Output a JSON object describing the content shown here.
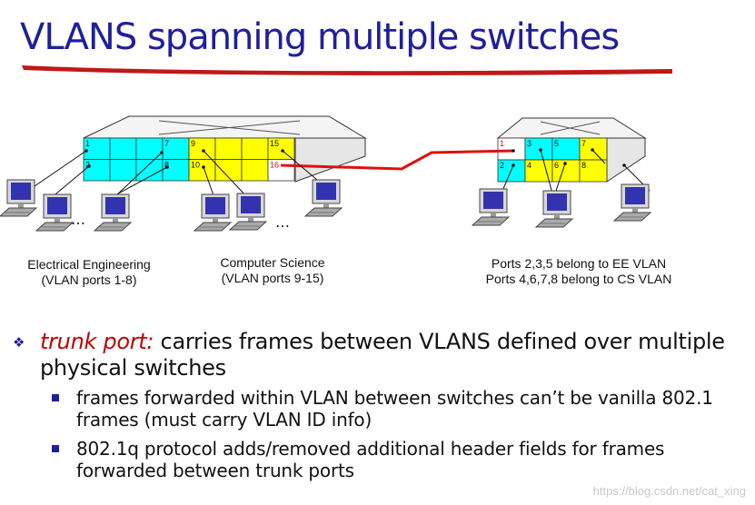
{
  "slide": {
    "title": "VLANS spanning multiple switches"
  },
  "switch_left": {
    "ports": [
      {
        "label": "1",
        "vlan": "EE"
      },
      {
        "label": "",
        "vlan": "EE"
      },
      {
        "label": "",
        "vlan": "EE"
      },
      {
        "label": "7",
        "vlan": "EE"
      },
      {
        "label": "9",
        "vlan": "CS"
      },
      {
        "label": "",
        "vlan": "CS"
      },
      {
        "label": "",
        "vlan": "CS"
      },
      {
        "label": "15",
        "vlan": "CS"
      },
      {
        "label": "2",
        "vlan": "EE"
      },
      {
        "label": "",
        "vlan": "EE"
      },
      {
        "label": "",
        "vlan": "EE"
      },
      {
        "label": "8",
        "vlan": "EE"
      },
      {
        "label": "10",
        "vlan": "CS"
      },
      {
        "label": "",
        "vlan": "CS"
      },
      {
        "label": "",
        "vlan": "CS"
      },
      {
        "label": "16",
        "vlan": "trunk"
      }
    ],
    "ellipsis_left": "…",
    "ellipsis_right": "…"
  },
  "switch_right": {
    "ports": [
      {
        "label": "1",
        "vlan": "trunk"
      },
      {
        "label": "3",
        "vlan": "EE"
      },
      {
        "label": "5",
        "vlan": "EE"
      },
      {
        "label": "7",
        "vlan": "CS"
      },
      {
        "label": "2",
        "vlan": "EE"
      },
      {
        "label": "4",
        "vlan": "CS"
      },
      {
        "label": "6",
        "vlan": "CS"
      },
      {
        "label": "8",
        "vlan": "CS"
      }
    ]
  },
  "captions": {
    "ee_line1": "Electrical Engineering",
    "ee_line2": "(VLAN ports 1-8)",
    "cs_line1": "Computer Science",
    "cs_line2": "(VLAN ports 9-15)",
    "right_line1": "Ports 2,3,5 belong to EE VLAN",
    "right_line2": "Ports 4,6,7,8 belong to CS VLAN"
  },
  "bullets": {
    "main_term": "trunk port:",
    "main_text": " carries frames between VLANS defined over multiple physical switches",
    "sub1": "frames forwarded within VLAN between switches can’t be vanilla 802.1 frames (must carry VLAN ID info)",
    "sub2": "802.1q protocol adds/removed additional header fields for frames forwarded between trunk ports"
  },
  "watermark": "https://blog.csdn.net/cat_xing",
  "colors": {
    "title": "#1f1f9c",
    "ee_port": "#00ffff",
    "cs_port": "#ffff00",
    "trunk_link": "#e01010",
    "trunk_port_label": "#e01010",
    "bullet_term": "#c00000",
    "underline": "#c01818"
  }
}
